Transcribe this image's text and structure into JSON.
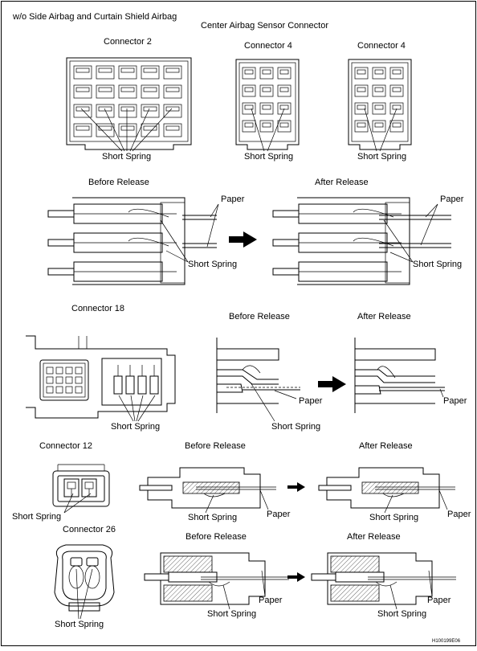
{
  "header": {
    "subtitle": "w/o Side Airbag and Curtain Shield Airbag",
    "title": "Center Airbag Sensor Connector"
  },
  "section1": {
    "connector2_label": "Connector 2",
    "connector4a_label": "Connector 4",
    "connector4b_label": "Connector 4",
    "short_spring_a": "Short Spring",
    "short_spring_b": "Short Spring",
    "short_spring_c": "Short Spring"
  },
  "section2": {
    "before_label": "Before Release",
    "after_label": "After Release",
    "paper_before": "Paper",
    "paper_after": "Paper",
    "spring_before": "Short Spring",
    "spring_after": "Short Spring"
  },
  "section3": {
    "connector_label": "Connector 18",
    "before_label": "Before Release",
    "after_label": "After Release",
    "short_spring_left": "Short Spring",
    "paper_before": "Paper",
    "spring_before": "Short Spring",
    "paper_after": "Paper"
  },
  "section4": {
    "connector_label": "Connector 12",
    "before_label": "Before Release",
    "after_label": "After Release",
    "short_spring_left": "Short Spring",
    "spring_before": "Short Spring",
    "paper_before": "Paper",
    "spring_after": "Short Spring",
    "paper_after": "Paper"
  },
  "section5": {
    "connector_label": "Connector 26",
    "before_label": "Before Release",
    "after_label": "After Release",
    "short_spring_left": "Short Spring",
    "paper_before": "Paper",
    "spring_before": "Short Spring",
    "paper_after": "Paper",
    "spring_after": "Short Spring"
  },
  "footer": {
    "code": "H100199E06"
  }
}
